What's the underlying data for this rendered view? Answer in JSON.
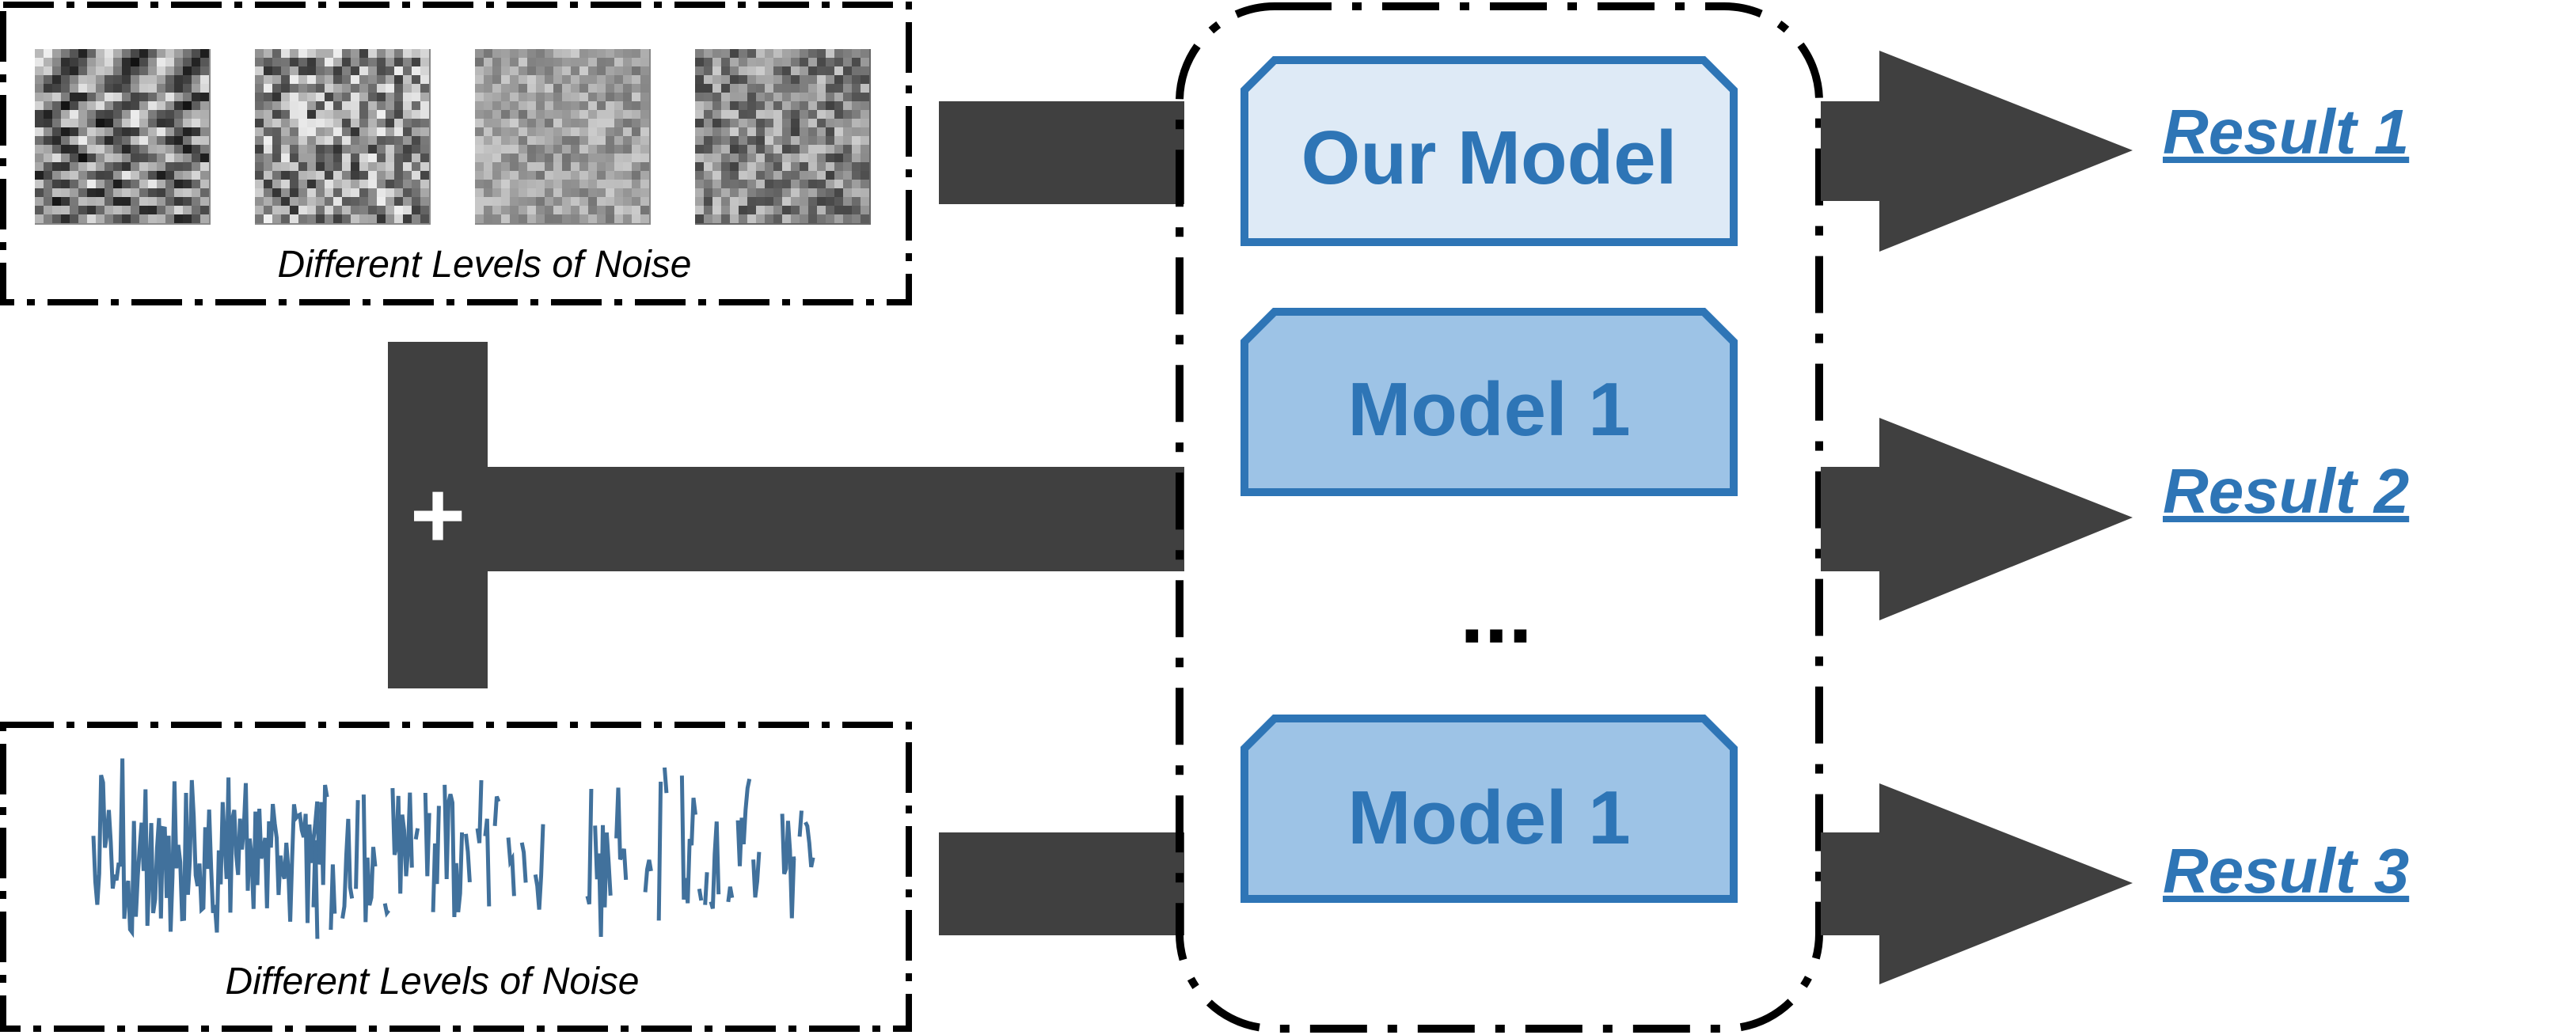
{
  "top_panel": {
    "caption": "Different Levels of Noise",
    "noise_images": [
      {
        "name": "noise-image-1",
        "style": "streaky"
      },
      {
        "name": "noise-image-2",
        "style": "fine-grain"
      },
      {
        "name": "noise-image-3",
        "style": "soft-grain"
      },
      {
        "name": "noise-image-4",
        "style": "fine-grain-dark"
      }
    ]
  },
  "bottom_panel": {
    "caption": "Different Levels of Noise",
    "signal_plots": [
      {
        "name": "signal-plot-1",
        "dropout": 0
      },
      {
        "name": "signal-plot-2",
        "dropout": 0.28
      },
      {
        "name": "signal-plot-3",
        "dropout": 0.35
      }
    ]
  },
  "plus_symbol": "+",
  "models": [
    {
      "label": "Our Model",
      "fill": "#deeaf6"
    },
    {
      "label": "Model 1",
      "fill": "#9dc3e6"
    },
    {
      "label": "Model 1",
      "fill": "#9dc3e6"
    }
  ],
  "ellipsis": "...",
  "results": [
    {
      "label": "Result 1"
    },
    {
      "label": "Result 2"
    },
    {
      "label": "Result 3"
    }
  ],
  "colors": {
    "arrow": "#404040",
    "model_border": "#2e75b6",
    "model_text": "#2e75b6",
    "result_text": "#2e75b6",
    "signal": "#41719c",
    "panel_border": "#000000"
  }
}
